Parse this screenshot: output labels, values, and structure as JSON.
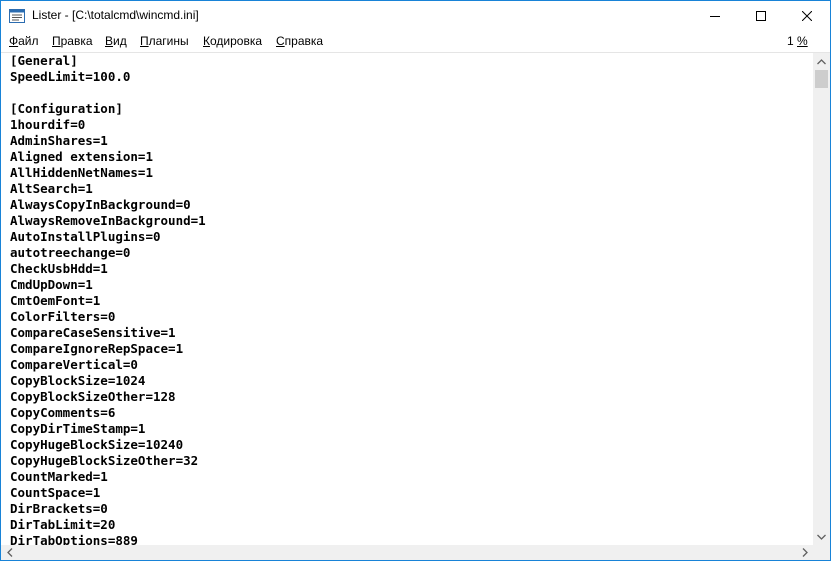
{
  "window": {
    "title": "Lister - [C:\\totalcmd\\wincmd.ini]",
    "accent_color": "#1883d7"
  },
  "menu": {
    "items": [
      {
        "label": "Файл",
        "icon": null
      },
      {
        "label": "Правка"
      },
      {
        "label": "Вид"
      },
      {
        "label": "Плагины"
      },
      {
        "label": "Кодировка"
      },
      {
        "label": "Справка"
      }
    ],
    "percent": "1 %"
  },
  "content": {
    "lines": [
      "[General]",
      "SpeedLimit=100.0",
      "",
      "[Configuration]",
      "1hourdif=0",
      "AdminShares=1",
      "Aligned extension=1",
      "AllHiddenNetNames=1",
      "AltSearch=1",
      "AlwaysCopyInBackground=0",
      "AlwaysRemoveInBackground=1",
      "AutoInstallPlugins=0",
      "autotreechange=0",
      "CheckUsbHdd=1",
      "CmdUpDown=1",
      "CmtOemFont=1",
      "ColorFilters=0",
      "CompareCaseSensitive=1",
      "CompareIgnoreRepSpace=1",
      "CompareVertical=0",
      "CopyBlockSize=1024",
      "CopyBlockSizeOther=128",
      "CopyComments=6",
      "CopyDirTimeStamp=1",
      "CopyHugeBlockSize=10240",
      "CopyHugeBlockSizeOther=32",
      "CountMarked=1",
      "CountSpace=1",
      "DirBrackets=0",
      "DirTabLimit=20",
      "DirTabOptions=889"
    ]
  },
  "scrollbars": {
    "vertical_position_fraction": 0.01
  }
}
